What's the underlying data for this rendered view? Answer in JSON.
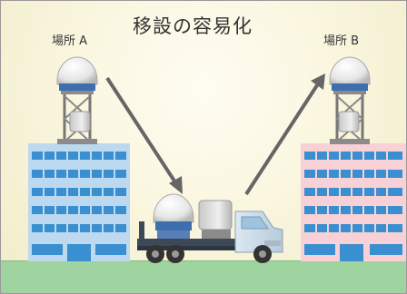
{
  "title": "移設の容易化",
  "location_a": "場所 A",
  "location_b": "場所 B",
  "colors": {
    "building_a": "#bcd9f0",
    "building_b": "#f7d1d6",
    "window": "#3a8fd0",
    "ground": "#9fd3a0",
    "arrow": "#666666",
    "radome": "#f2f2f2",
    "truck_cab": "#c9d9e8"
  },
  "icons": [
    "radar-dome-icon",
    "tower-icon",
    "truck-icon",
    "arrow-icon",
    "building-icon"
  ]
}
